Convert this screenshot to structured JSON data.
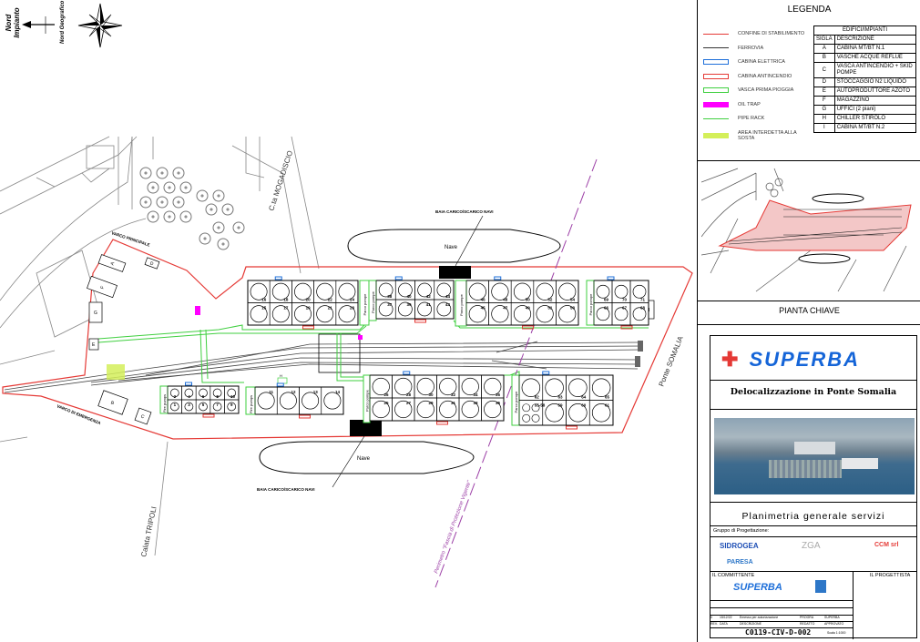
{
  "north": {
    "plant": "Nord Impianto",
    "geographic": "Nord Geografico"
  },
  "plan": {
    "labels": {
      "mogadiscio": "C.ta MOGADISCIO",
      "baia_top": "BAIA CARICO/SCARICO NAVI",
      "baia_bottom": "BAIA CARICO/SCARICO NAVI",
      "nave_top": "Nave",
      "nave_bottom": "Nave",
      "varco_principale": "VARCO PRINCIPALE",
      "varco_emergenza": "VARCO DI EMERGENZA",
      "ponte_somalia": "Ponte SOMALIA",
      "calata_tripoli": "Calata TRIPOLI",
      "perimetro": "Perimetro \"Fascia di Protezione Vigente\"",
      "parco_pompe": "Parco pompe",
      "fire_pumps": "Fire pumps",
      "h": "H"
    },
    "buildings": [
      "A",
      "F",
      "G",
      "E",
      "D",
      "B",
      "C",
      "I"
    ],
    "tank_groups": [
      {
        "top": [
          "16",
          "18",
          "20",
          "22",
          "24"
        ],
        "bottom": [
          "15",
          "17",
          "19",
          "21",
          "23"
        ]
      },
      {
        "top": [
          "38",
          "40",
          "42",
          "44"
        ],
        "bottom": [
          "37",
          "39",
          "41",
          "43"
        ]
      },
      {
        "top": [
          "46",
          "48",
          "50",
          "52",
          "54"
        ],
        "bottom": [
          "45",
          "47",
          "49",
          "51",
          "53"
        ]
      },
      {
        "top": [
          "69",
          "70",
          "71"
        ],
        "bottom": [
          "66",
          "67",
          "68"
        ]
      },
      {
        "top": [
          "26",
          "28",
          "30",
          "32",
          "34",
          "36"
        ],
        "bottom": [
          "25",
          "27",
          "29",
          "31",
          "33",
          "35"
        ]
      },
      {
        "top": [
          "2",
          "4",
          "6",
          "8",
          "10"
        ],
        "bottom": [
          "1",
          "3",
          "5",
          "7",
          "9"
        ]
      },
      {
        "top": [
          "11",
          "12",
          "13",
          "14"
        ],
        "bottom": []
      },
      {
        "top": [
          "62",
          "63",
          "64",
          "65"
        ],
        "bottom": [
          "55-58",
          "59",
          "60",
          "61"
        ]
      }
    ]
  },
  "legend": {
    "title": "LEGENDA",
    "items": [
      {
        "label": "CONFINE DI STABILIMENTO",
        "color": "#e53935"
      },
      {
        "label": "FERROVIA",
        "color": "#333333"
      },
      {
        "label": "CABINA ELETTRICA",
        "color": "#1e6fd9"
      },
      {
        "label": "CABINA ANTINCENDIO",
        "color": "#e53935"
      },
      {
        "label": "VASCA PRIMA PIOGGIA",
        "color": "#3fcf3f"
      },
      {
        "label": "OIL TRAP",
        "color": "#ff00ff"
      },
      {
        "label": "PIPE RACK",
        "color": "#3fcf3f"
      },
      {
        "label": "AREA INTERDETTA ALLA SOSTA",
        "color": "#d4ef5a"
      }
    ],
    "table": {
      "header": "EDIFICI/IMPIANTI",
      "col_sigla": "SIGLA",
      "col_desc": "DESCRIZIONE",
      "rows": [
        {
          "sigla": "A",
          "desc": "CABINA MT/BT N.1"
        },
        {
          "sigla": "B",
          "desc": "VASCHE ACQUE REFLUE"
        },
        {
          "sigla": "C",
          "desc": "VASCA ANTINCENDIO + SKID POMPE"
        },
        {
          "sigla": "D",
          "desc": "STOCCAGGIO N2 LIQUIDO"
        },
        {
          "sigla": "E",
          "desc": "AUTOPRODUTTORE AZOTO"
        },
        {
          "sigla": "F",
          "desc": "MAGAZZINO"
        },
        {
          "sigla": "G",
          "desc": "UFFICI (2 piani)"
        },
        {
          "sigla": "H",
          "desc": "CHILLER STIROLO"
        },
        {
          "sigla": "I",
          "desc": "CABINA MT/BT N.2"
        }
      ]
    }
  },
  "key_plan_label": "PIANTA CHIAVE",
  "title_block": {
    "logo": "SUPERBA",
    "project": "Delocalizzazione in Ponte Somalia",
    "drawing_title": "Planimetria generale servizi",
    "group_label": "Gruppo di Progettazione:",
    "firms": [
      "SIDROGEA",
      "ZGA",
      "CCM srl",
      "PARESA"
    ],
    "client_label": "IL COMMITTENTE",
    "designer_label": "IL PROGETTISTA",
    "client_logo": "SUPERBA",
    "revision": {
      "rev": "0",
      "date": "15/12/22",
      "desc": "Emesso per autorizzazione",
      "drawn": "PROGRA",
      "approved": "SUPERBA"
    },
    "rev_headers": {
      "rev": "REV.",
      "date": "DATA",
      "desc": "DESCRIZIONE",
      "drawn": "REDATTO",
      "approved": "APPROVATO"
    },
    "code": "C0119-CIV-D-002",
    "scale": "Scala 1:1000"
  }
}
